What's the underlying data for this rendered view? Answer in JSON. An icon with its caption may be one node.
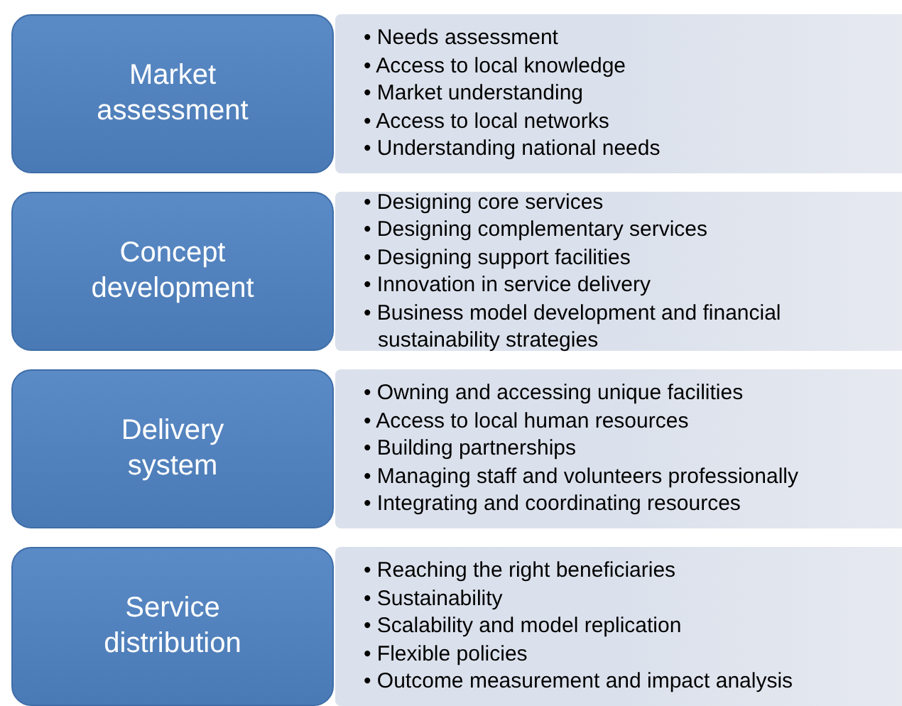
{
  "diagram": {
    "nodes": [
      {
        "text": [
          "Market assessment"
        ]
      },
      {
        "text": [
          "• Needs assessment",
          "• Access to local knowledge",
          "• Market understanding",
          "• Access to local networks",
          "• Understanding national needs"
        ]
      },
      {
        "text": [
          "Concept development"
        ]
      },
      {
        "text": [
          "• Designing core services",
          "• Designing complementary services",
          "• Designing support facilities",
          "• Innovation in service delivery",
          "• Business model development and financial sustainability strategies"
        ]
      },
      {
        "text": [
          "Delivery system"
        ]
      },
      {
        "text": [
          "• Owning and accessing unique facilities",
          "• Access to local human resources",
          "• Building partnerships",
          "• Managing staff and volunteers professionally",
          "• Integrating and coordinating resources"
        ]
      },
      {
        "text": [
          "Service distribution"
        ]
      },
      {
        "text": [
          "• Reaching the right beneficiaries",
          "• Sustainability",
          "• Scalability and model replication",
          "• Flexible policies",
          "• Outcome measurement and impact analysis"
        ]
      }
    ]
  }
}
